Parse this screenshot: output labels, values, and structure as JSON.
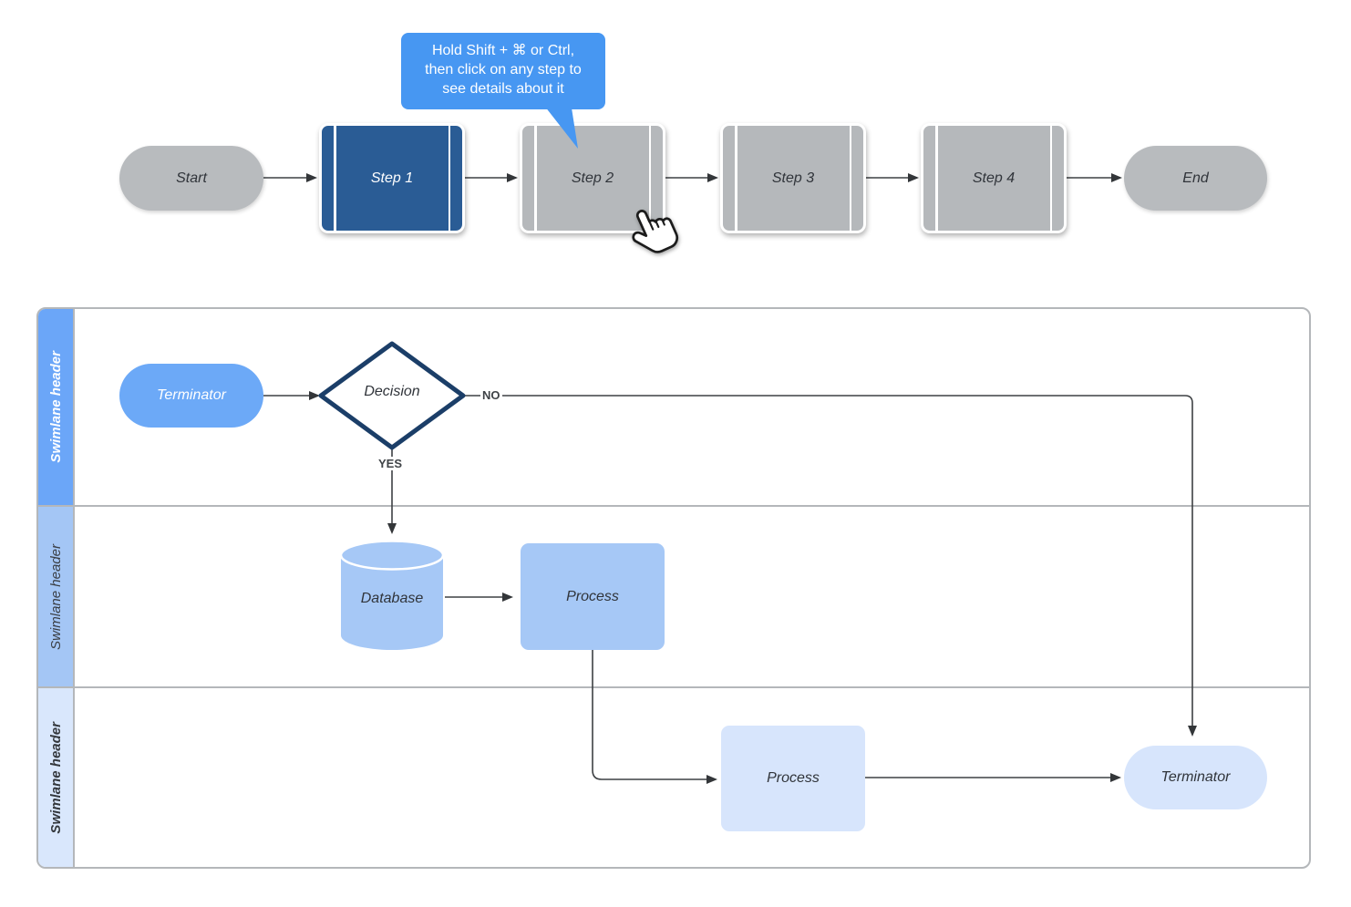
{
  "tooltip": {
    "line1": "Hold Shift + ⌘ or Ctrl,",
    "line2": "then click on any step to",
    "line3": "see details about it",
    "bg_color": "#4797f2"
  },
  "flow": {
    "start": {
      "label": "Start"
    },
    "steps": [
      {
        "label": "Step 1",
        "variant": "active",
        "color": "#2a5c95"
      },
      {
        "label": "Step 2",
        "variant": "default",
        "color": "#b5b8bb"
      },
      {
        "label": "Step 3",
        "variant": "default",
        "color": "#b5b8bb"
      },
      {
        "label": "Step 4",
        "variant": "default",
        "color": "#b5b8bb"
      }
    ],
    "end": {
      "label": "End"
    }
  },
  "swimlanes": {
    "lanes": [
      {
        "header": "Swimlane header",
        "header_color": "#6ba6f8"
      },
      {
        "header": "Swimlane header",
        "header_color": "#a4c6f5"
      },
      {
        "header": "Swimlane header",
        "header_color": "#d9e7fc"
      }
    ]
  },
  "nodes": {
    "terminator1": {
      "label": "Terminator",
      "color": "#6ca9f7"
    },
    "decision": {
      "label": "Decision",
      "border_color": "#1b3e68"
    },
    "database": {
      "label": "Database",
      "color": "#a6c8f6"
    },
    "process2": {
      "label": "Process",
      "color": "#a6c8f6"
    },
    "process3": {
      "label": "Process",
      "color": "#d7e5fc"
    },
    "terminator3": {
      "label": "Terminator",
      "color": "#d7e5fc"
    }
  },
  "edges": {
    "no_label": "NO",
    "yes_label": "YES"
  }
}
